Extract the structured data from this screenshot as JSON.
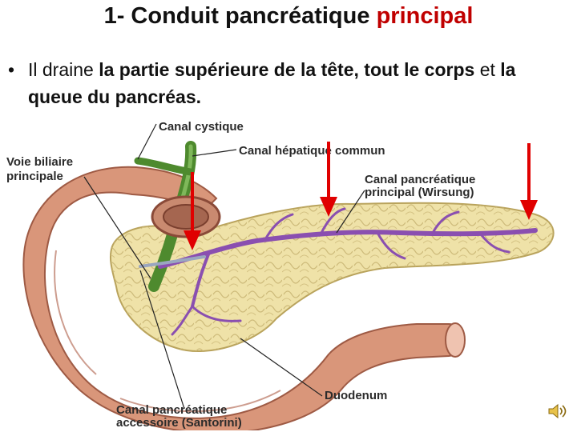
{
  "slide": {
    "title_main": "1- Conduit pancréatique ",
    "title_accent": "principal",
    "accent_color": "#c00000",
    "bullet_symbol": "•",
    "bullet_parts": [
      {
        "text": "Il draine ",
        "bold": false
      },
      {
        "text": "la partie supérieure de la tête, tout le corps",
        "bold": true
      },
      {
        "text": " et ",
        "bold": false
      },
      {
        "text": "la queue du pancréas.",
        "bold": true
      }
    ]
  },
  "figure": {
    "labels": {
      "canal_cystique": "Canal cystique",
      "canal_hepatique": "Canal hépatique commun",
      "voie_biliaire_1": "Voie biliaire",
      "voie_biliaire_2": "principale",
      "canal_principal_1": "Canal pancréatique",
      "canal_principal_2": "principal (Wirsung)",
      "duodenum": "Duodenum",
      "canal_accessoire_1": "Canal pancréatique",
      "canal_accessoire_2": "accessoire (Santorini)"
    },
    "arrow_color": "#e00000",
    "duct_color": "#8a4fb0",
    "pancreas_color": "#efe2a8",
    "duodenum_color": "#d9967a",
    "bile_duct_color": "#4e8a2e"
  },
  "audio": {
    "icon": "speaker-icon"
  }
}
